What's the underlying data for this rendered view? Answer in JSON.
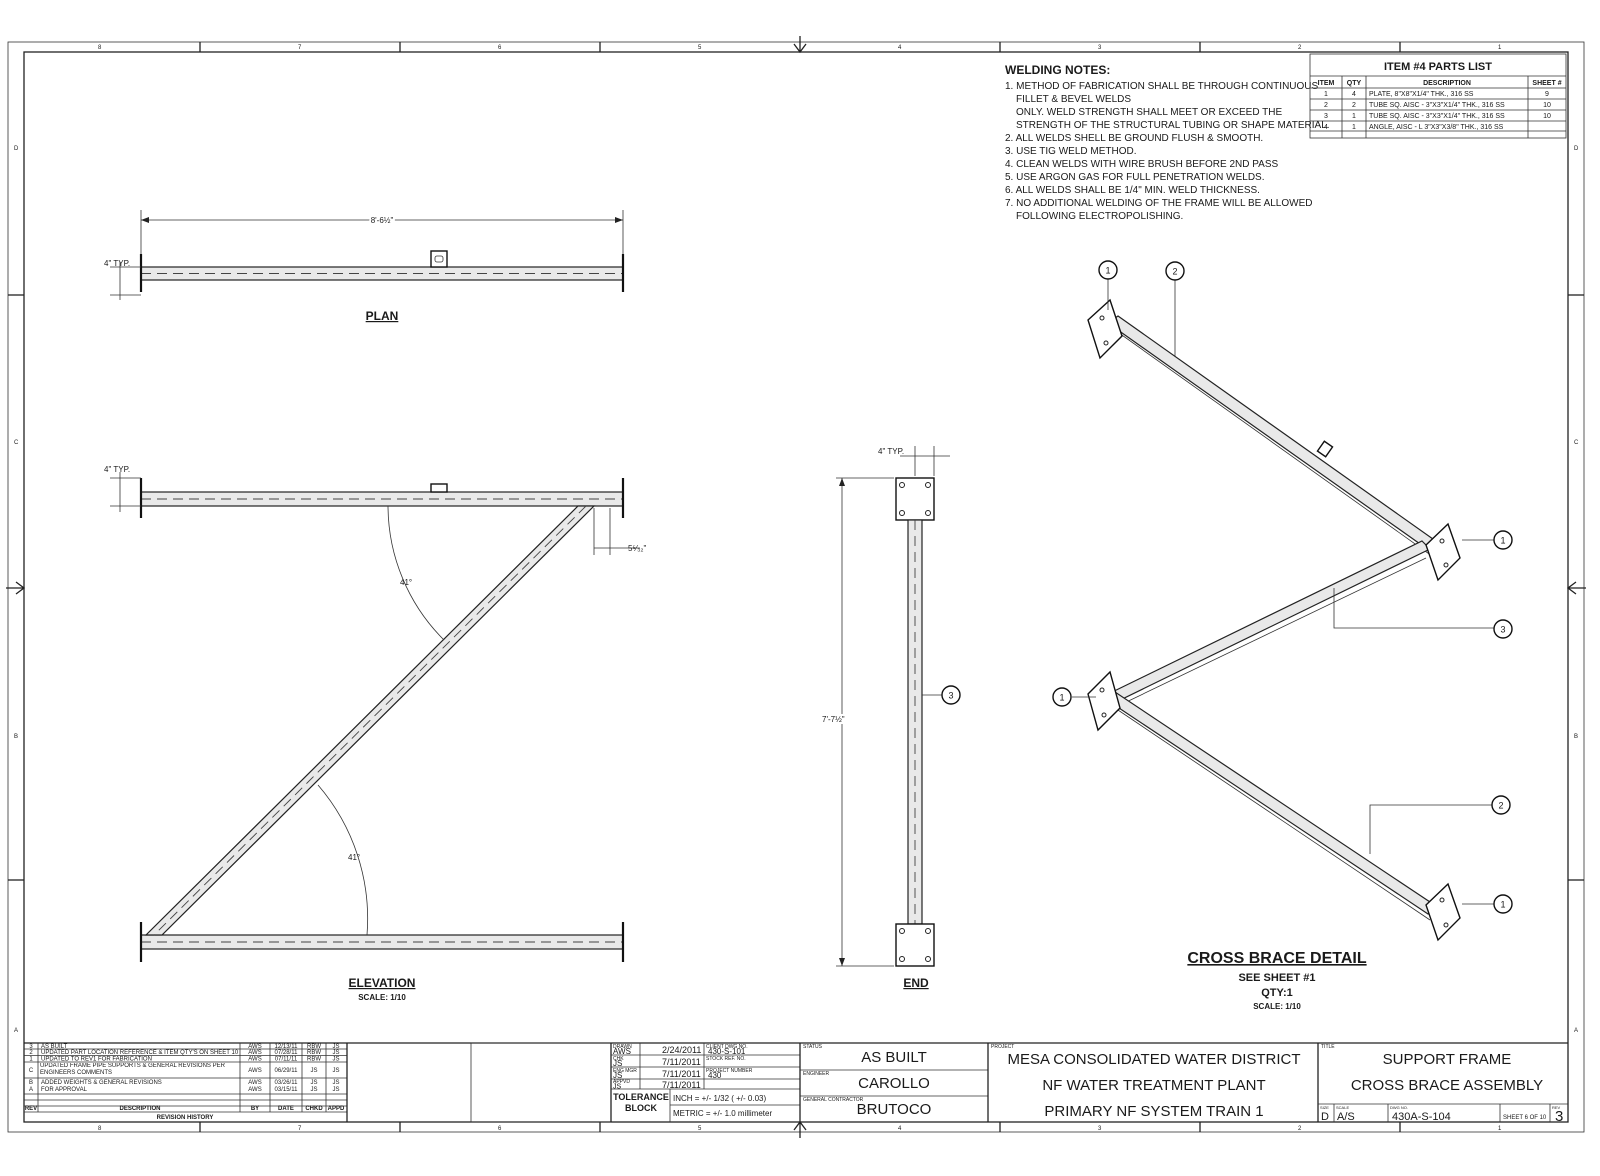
{
  "border": {
    "zones_top": [
      "8",
      "7",
      "6",
      "5",
      "4",
      "3",
      "2",
      "1"
    ],
    "zones_side": [
      "D",
      "C",
      "B",
      "A"
    ]
  },
  "welding_notes": {
    "title": "WELDING NOTES:",
    "lines": [
      "1. METHOD OF FABRICATION SHALL BE THROUGH CONTINUOUS",
      "FILLET & BEVEL WELDS",
      "ONLY.  WELD STRENGTH SHALL MEET OR EXCEED THE",
      "STRENGTH OF THE STRUCTURAL TUBING OR SHAPE MATERIAL.",
      "2. ALL WELDS SHELL BE GROUND FLUSH & SMOOTH.",
      "3. USE TIG WELD METHOD.",
      "4. CLEAN WELDS WITH WIRE BRUSH BEFORE 2ND PASS",
      "5. USE ARGON GAS FOR FULL PENETRATION WELDS.",
      "6. ALL WELDS SHALL BE 1/4\" MIN. WELD THICKNESS.",
      "7. NO ADDITIONAL WELDING OF THE FRAME WILL BE ALLOWED",
      "FOLLOWING ELECTROPOLISHING."
    ]
  },
  "parts_list": {
    "title": "ITEM #4 PARTS LIST",
    "headers": [
      "ITEM",
      "QTY",
      "DESCRIPTION",
      "SHEET #"
    ],
    "rows": [
      [
        "1",
        "4",
        "PLATE, 8\"X8\"X1/4\" THK., 316 SS",
        "9"
      ],
      [
        "2",
        "2",
        "TUBE SQ. AISC - 3\"X3\"X1/4\" THK., 316 SS",
        "10"
      ],
      [
        "3",
        "1",
        "TUBE SQ. AISC - 3\"X3\"X1/4\" THK., 316 SS",
        "10"
      ],
      [
        "4",
        "1",
        "ANGLE, AISC - L 3\"X3\"X3/8\" THK., 316 SS",
        ""
      ]
    ]
  },
  "plan_view": {
    "label": "PLAN",
    "dim_length": "8'-6½\"",
    "dim_typ": "4\" TYP."
  },
  "elevation_view": {
    "label": "ELEVATION",
    "scale": "SCALE: 1/10",
    "dim_typ": "4\" TYP.",
    "angle_top": "41°",
    "angle_bottom": "41°",
    "dim_offset": "5⁵⁄₃₂\""
  },
  "end_view": {
    "label": "END",
    "dim_typ": "4\" TYP.",
    "dim_height": "7'-7½\"",
    "balloon": "3"
  },
  "cross_brace_detail": {
    "title": "CROSS BRACE DETAIL",
    "see_sheet": "SEE SHEET #1",
    "qty": "QTY:1",
    "scale": "SCALE: 1/10",
    "balloons": [
      "1",
      "2",
      "1",
      "3",
      "1",
      "2",
      "1"
    ]
  },
  "revision_history": {
    "title": "REVISION HISTORY",
    "headers": [
      "REV",
      "DESCRIPTION",
      "BY",
      "DATE",
      "CHKD",
      "APPD"
    ],
    "rows": [
      [
        "3",
        "AS BUILT",
        "AWS",
        "12/13/11",
        "RBW",
        "JS"
      ],
      [
        "2",
        "UPDATED PART LOCATION REFERENCE & ITEM QTY'S ON SHEET 10",
        "AWS",
        "07/28/11",
        "RBW",
        "JS"
      ],
      [
        "1",
        "UPDATED TO REV1 FOR FABRICATION",
        "AWS",
        "07/11/11",
        "RBW",
        "JS"
      ],
      [
        "C",
        "UPDATED FRAME PIPE SUPPORTS & GENERAL REVISIONS PER ENGINEERS COMMENTS",
        "AWS",
        "06/29/11",
        "JS",
        "JS"
      ],
      [
        "B",
        "ADDED WEIGHTS & GENERAL REVISIONS",
        "AWS",
        "03/26/11",
        "JS",
        "JS"
      ],
      [
        "A",
        "FOR APPROVAL",
        "AWS",
        "03/15/11",
        "JS",
        "JS"
      ]
    ]
  },
  "drawing_info": {
    "drawn_label": "DRAWN",
    "drawn_by": "AWS",
    "drawn_date": "2/24/2011",
    "checked_label": "CHK",
    "checked_by": "JS",
    "checked_date": "7/11/2011",
    "eng_label": "ENG MGR",
    "eng_by": "JS",
    "eng_date": "7/11/2011",
    "mfg_label": "APPVD",
    "mfg_by": "JS",
    "mfg_date": "7/11/2011",
    "client_ref_label": "CLIENT DWG NO.",
    "client_ref": "430-S-101",
    "stock_ref_label": "STOCK REF. NO.",
    "project_label": "PROJECT NUMBER",
    "project_num": "430",
    "tolerance_title": "TOLERANCE BLOCK",
    "tol_inch": "INCH = +/- 1/32 ( +/- 0.03)",
    "tol_metric": "METRIC = +/- 1.0 millimeter"
  },
  "status_block": {
    "status_label": "STATUS",
    "status": "AS BUILT",
    "engineer_label": "ENGINEER",
    "engineer": "CAROLLO",
    "contractor_label": "GENERAL CONTRACTOR",
    "contractor": "BRUTOCO"
  },
  "project_block": {
    "label": "PROJECT",
    "line1": "MESA CONSOLIDATED WATER DISTRICT",
    "line2": "NF WATER TREATMENT PLANT",
    "line3": "PRIMARY NF SYSTEM TRAIN 1"
  },
  "title_block": {
    "label": "TITLE",
    "line1": "SUPPORT FRAME",
    "line2": "CROSS BRACE ASSEMBLY",
    "size_label": "SIZE",
    "size": "D",
    "scale_label": "SCALE",
    "scale": "A/S",
    "dwg_label": "DWG NO.",
    "dwg_no": "430A-S-104",
    "sheet_text": "SHEET 6  OF 10",
    "rev_label": "REV",
    "rev": "3"
  }
}
